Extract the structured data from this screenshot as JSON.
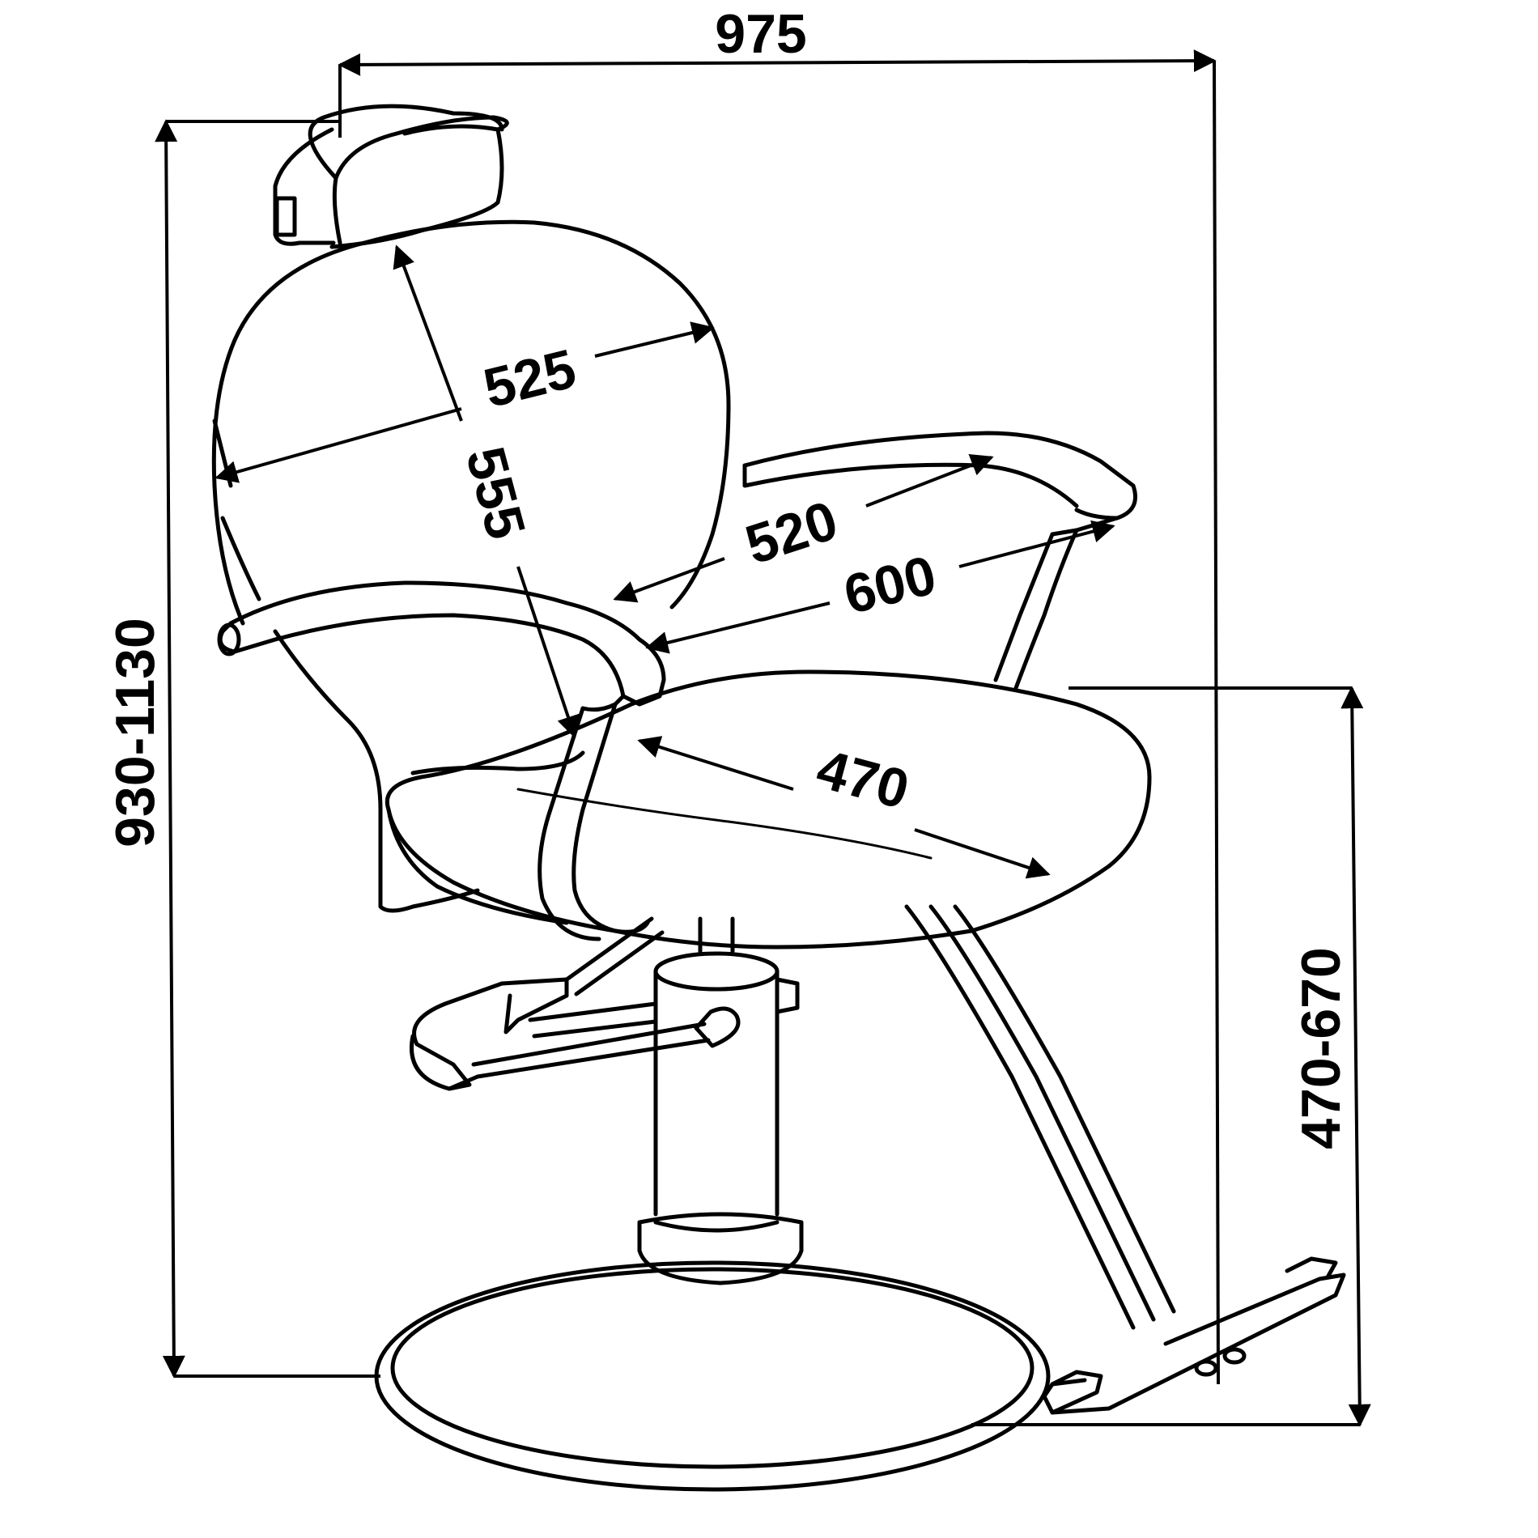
{
  "dimensions": {
    "overall_width": "975",
    "overall_height": "930-1130",
    "seat_height": "470-670",
    "backrest_width": "525",
    "backrest_height": "555",
    "armrest_inner_width": "520",
    "armrest_outer_width": "600",
    "seat_depth": "470"
  },
  "colors": {
    "stroke": "#000000",
    "background": "#ffffff"
  }
}
